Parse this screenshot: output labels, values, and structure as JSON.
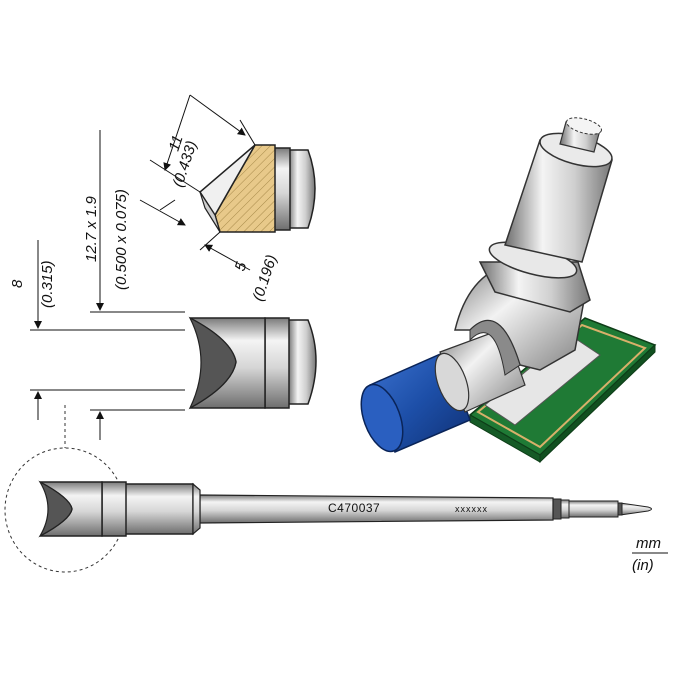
{
  "dimensions": {
    "length_mm": "11",
    "length_in": "(0.433)",
    "slot_mm": "12.7 x 1.9",
    "slot_in": "(0.500 x 0.075)",
    "width_mm": "8",
    "width_in": "(0.315)",
    "bevel_mm": "5",
    "bevel_in": "(0.196)"
  },
  "tip": {
    "part_number": "C470037",
    "marking": "xxxxxx"
  },
  "units": {
    "primary": "mm",
    "secondary": "(in)"
  },
  "colors": {
    "steel_dark": "#8c8c8c",
    "steel_light": "#f2f2f2",
    "tin": "#e8c98a",
    "pcb_green": "#1f7a35",
    "pad": "#d8b06a",
    "component_blue": "#1d4fa8"
  }
}
